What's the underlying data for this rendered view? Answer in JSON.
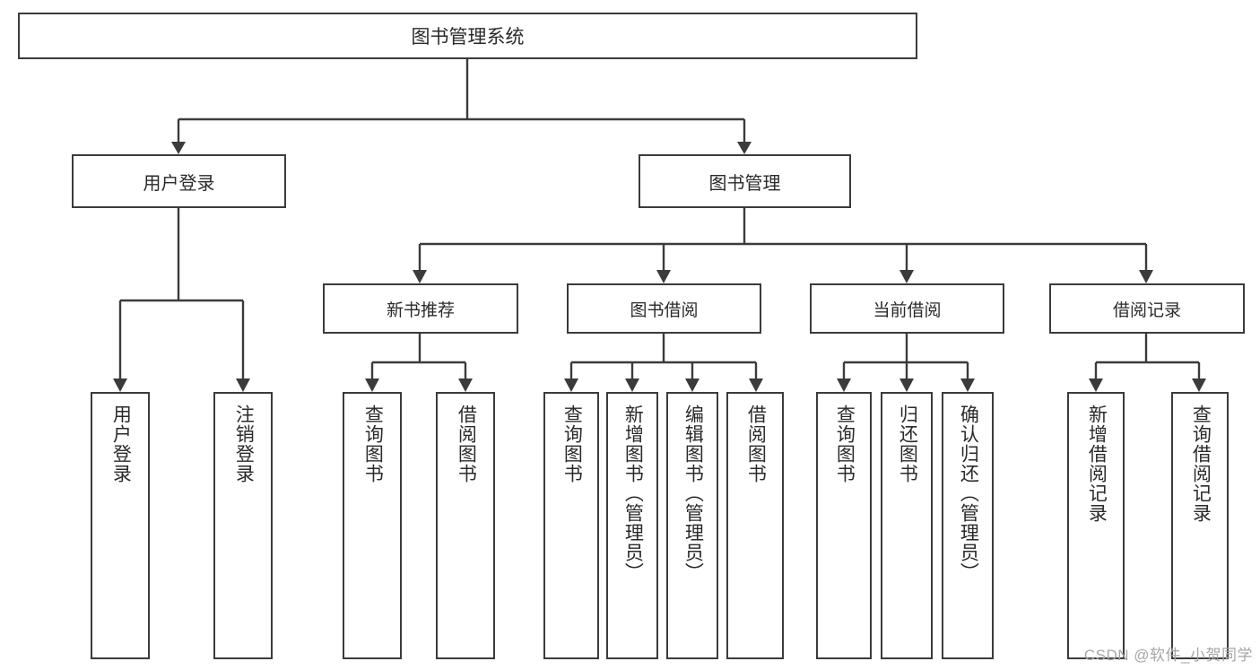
{
  "diagram": {
    "type": "tree",
    "title": "图书管理系统",
    "orientation": "top-down",
    "colors": {
      "background": "#ffffff",
      "box_border": "#3b3b3b",
      "box_fill": "#ffffff",
      "connector": "#3b3b3b",
      "text": "#2a2a2a",
      "watermark": "#a6a6a6"
    },
    "root": {
      "label": "图书管理系统"
    },
    "level2": [
      {
        "id": "user-login",
        "label": "用户登录"
      },
      {
        "id": "book-manage",
        "label": "图书管理"
      }
    ],
    "level3": [
      {
        "id": "new-book-rec",
        "label": "新书推荐"
      },
      {
        "id": "book-borrow",
        "label": "图书借阅"
      },
      {
        "id": "current-borrow",
        "label": "当前借阅"
      },
      {
        "id": "borrow-record",
        "label": "借阅记录"
      }
    ],
    "leaves": [
      {
        "id": "leaf-user-login",
        "parent": "user-login",
        "label": "用户登录"
      },
      {
        "id": "leaf-user-logout",
        "parent": "user-login",
        "label": "注销登录"
      },
      {
        "id": "leaf-query-book-1",
        "parent": "new-book-rec",
        "label": "查询图书"
      },
      {
        "id": "leaf-borrow-book-1",
        "parent": "new-book-rec",
        "label": "借阅图书"
      },
      {
        "id": "leaf-query-book-2",
        "parent": "book-borrow",
        "label": "查询图书"
      },
      {
        "id": "leaf-add-book",
        "parent": "book-borrow",
        "label": "新增图书（管理员）"
      },
      {
        "id": "leaf-edit-book",
        "parent": "book-borrow",
        "label": "编辑图书（管理员）"
      },
      {
        "id": "leaf-borrow-book-2",
        "parent": "book-borrow",
        "label": "借阅图书"
      },
      {
        "id": "leaf-query-book-3",
        "parent": "current-borrow",
        "label": "查询图书"
      },
      {
        "id": "leaf-return-book",
        "parent": "current-borrow",
        "label": "归还图书"
      },
      {
        "id": "leaf-confirm-return",
        "parent": "current-borrow",
        "label": "确认归还（管理员）"
      },
      {
        "id": "leaf-add-record",
        "parent": "borrow-record",
        "label": "新增借阅记录"
      },
      {
        "id": "leaf-query-record",
        "parent": "borrow-record",
        "label": "查询借阅记录"
      }
    ]
  },
  "watermark": {
    "text": "CSDN @软件_小贺同学"
  }
}
